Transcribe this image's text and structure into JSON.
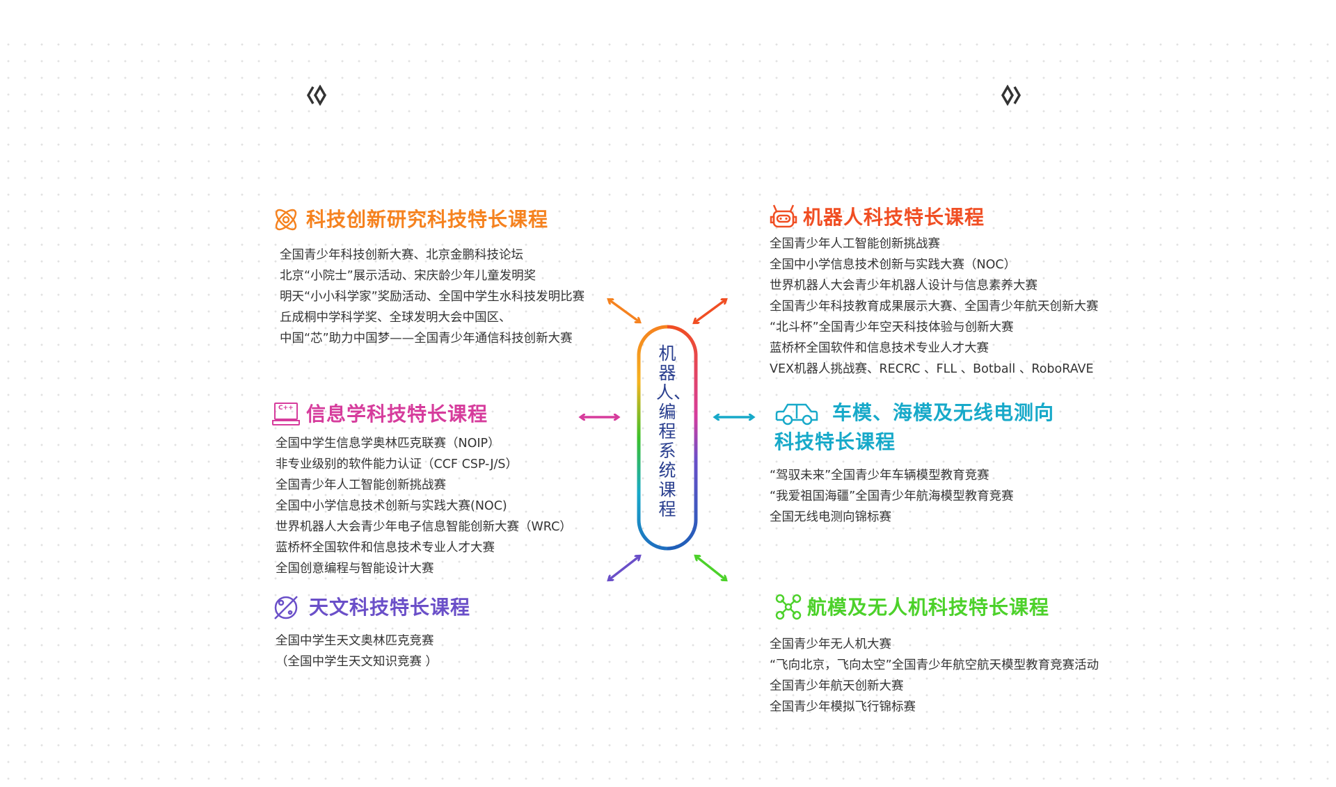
{
  "center": {
    "label": "机器人、编程系统课程"
  },
  "sections": {
    "innovation": {
      "title": "科技创新研究科技特长课程",
      "color": "#f5821f",
      "items": [
        "全国青少年科技创新大赛、北京金鹏科技论坛",
        "北京“小院士”展示活动、宋庆龄少年儿童发明奖",
        "明天“小小科学家”奖励活动、全国中学生水科技发明比赛",
        "丘成桐中学科学奖、全球发明大会中国区、",
        "中国“芯”助力中国梦——全国青少年通信科技创新大赛"
      ]
    },
    "robot": {
      "title": "机器人科技特长课程",
      "color": "#f04e23",
      "items": [
        "全国青少年人工智能创新挑战赛",
        "全国中小学信息技术创新与实践大赛（NOC）",
        "世界机器人大会青少年机器人设计与信息素养大赛",
        "全国青少年科技教育成果展示大赛、全国青少年航天创新大赛",
        "“北斗杯”全国青少年空天科技体验与创新大赛",
        "蓝桥杯全国软件和信息技术专业人才大赛",
        "VEX机器人挑战赛、RECRC 、FLL 、Botball 、RoboRAVE"
      ]
    },
    "informatics": {
      "title": "信息学科技特长课程",
      "color": "#d63c9c",
      "icon_text": "C++",
      "items": [
        "全国中学生信息学奥林匹克联赛（NOIP）",
        "非专业级别的软件能力认证（CCF CSP-J/S）",
        "全国青少年人工智能创新挑战赛",
        "全国中小学信息技术创新与实践大赛(NOC)",
        "世界机器人大会青少年电子信息智能创新大赛（WRC）",
        "蓝桥杯全国软件和信息技术专业人才大赛",
        "全国创意编程与智能设计大赛"
      ]
    },
    "vehicle": {
      "title_line1": "车模、海模及无线电测向",
      "title_line2": "科技特长课程",
      "color": "#17a9c9",
      "items": [
        "“驾驭未来”全国青少年车辆模型教育竞赛",
        "“我爱祖国海疆”全国青少年航海模型教育竞赛",
        "全国无线电测向锦标赛"
      ]
    },
    "astronomy": {
      "title": "天文科技特长课程",
      "color": "#6a4fc8",
      "items": [
        "全国中学生天文奥林匹克竞赛",
        "（全国中学生天文知识竞赛 ）"
      ]
    },
    "aero": {
      "title": "航模及无人机科技特长课程",
      "color": "#4cd12a",
      "items": [
        "全国青少年无人机大赛",
        "“飞向北京，飞向太空”全国青少年航空航天模型教育竞赛活动",
        "全国青少年航天创新大赛",
        "全国青少年模拟飞行锦标赛"
      ]
    }
  }
}
